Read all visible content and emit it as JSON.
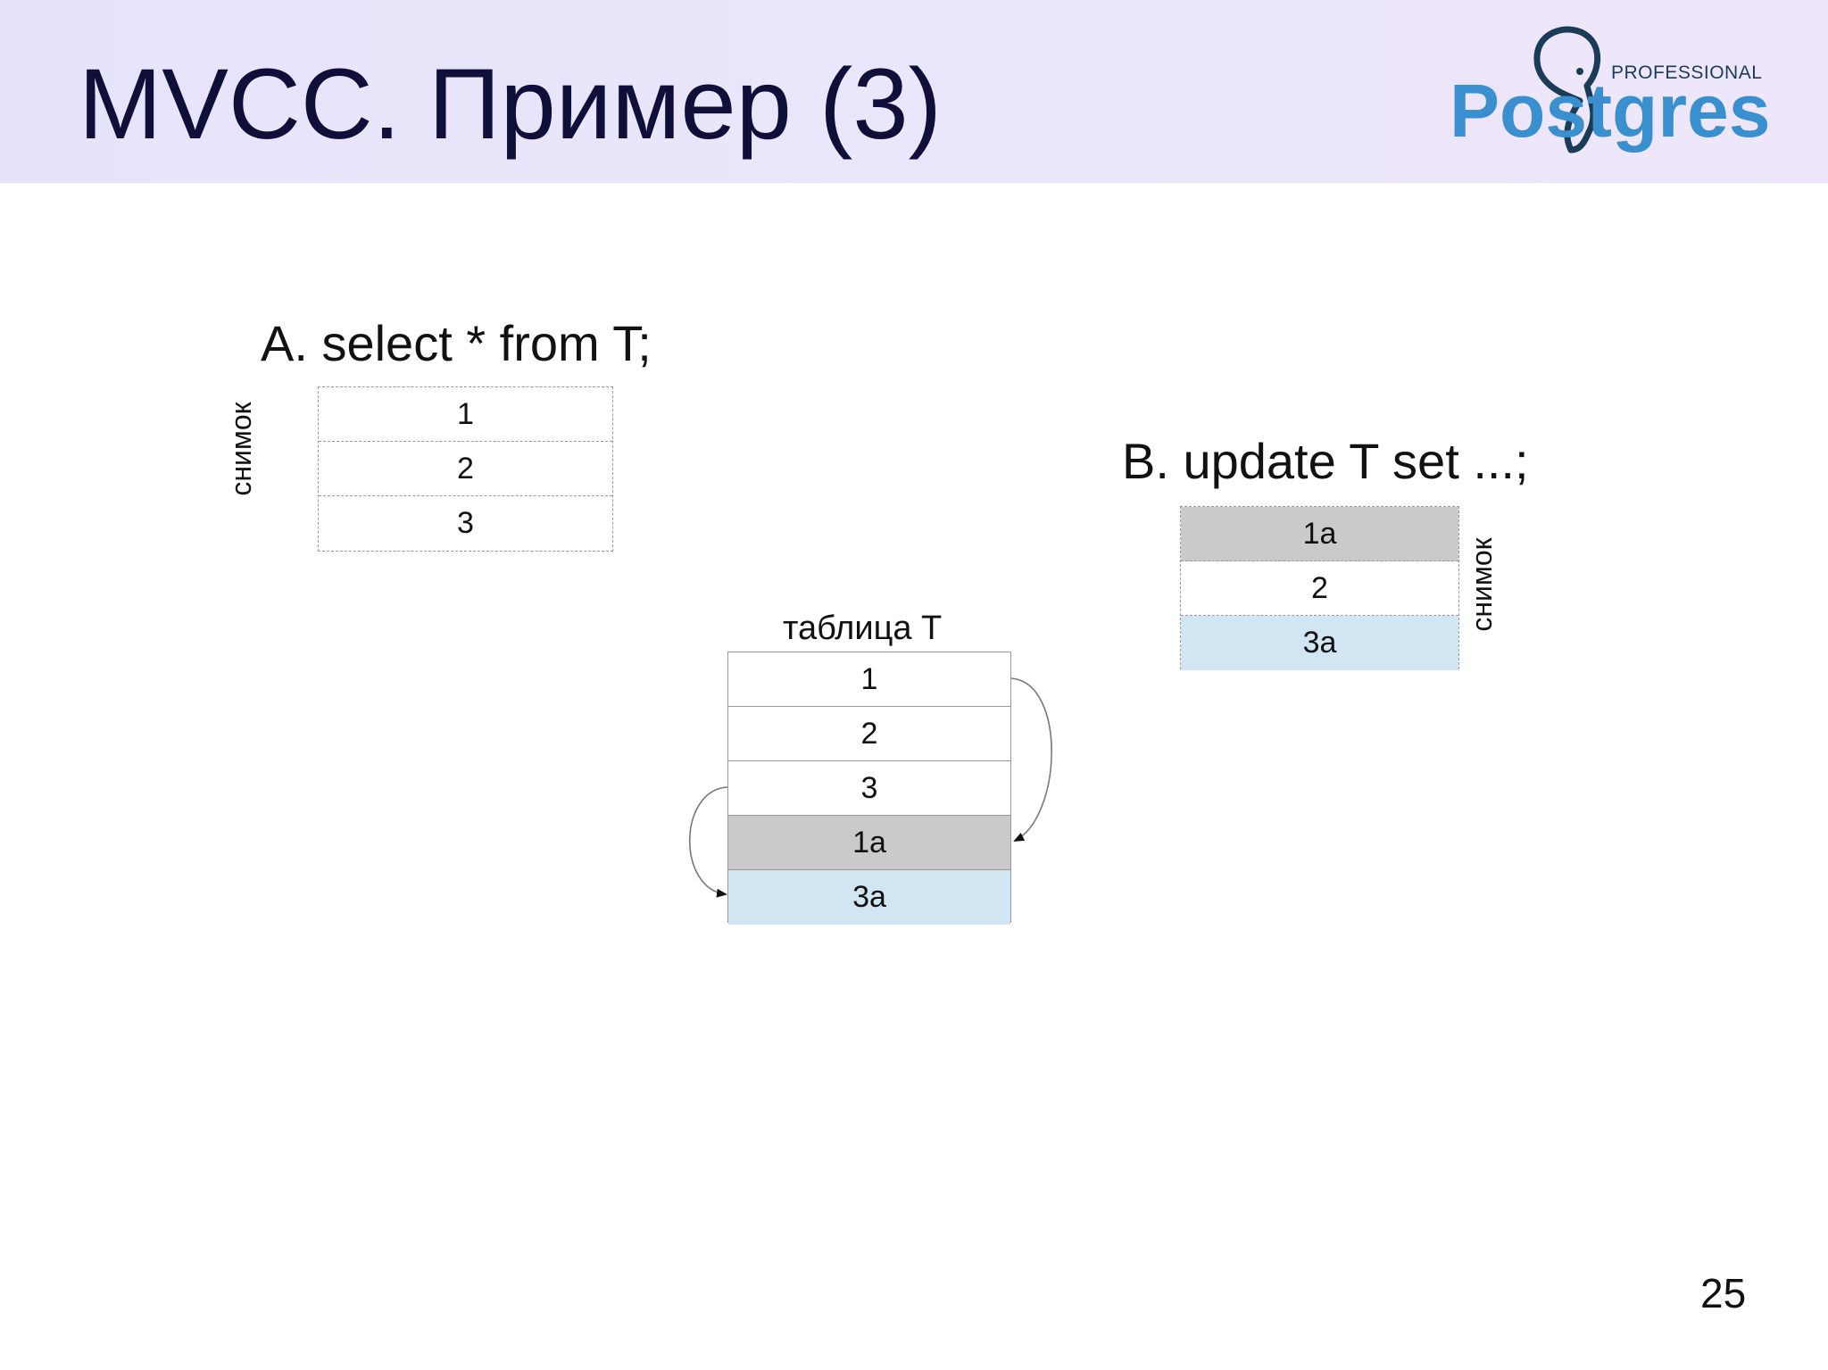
{
  "slide": {
    "title": "MVCC. Пример (3)",
    "page_number": "25"
  },
  "logo": {
    "small_text": "PROFESSIONAL",
    "word": "Postgres"
  },
  "transaction_a": {
    "query": "A. select * from T;",
    "snapshot_label": "снимок",
    "rows": [
      "1",
      "2",
      "3"
    ]
  },
  "transaction_b": {
    "query": "B. update T set ...;",
    "snapshot_label": "снимок",
    "rows": [
      {
        "label": "1a",
        "state": "new-version-gray"
      },
      {
        "label": "2",
        "state": "unchanged"
      },
      {
        "label": "3a",
        "state": "new-version-blue"
      }
    ]
  },
  "table": {
    "caption": "таблица T",
    "rows": [
      {
        "label": "1",
        "state": "original"
      },
      {
        "label": "2",
        "state": "original"
      },
      {
        "label": "3",
        "state": "original"
      },
      {
        "label": "1a",
        "state": "new-version-gray"
      },
      {
        "label": "3a",
        "state": "new-version-blue"
      }
    ],
    "version_links": [
      {
        "from": "1",
        "to": "1a"
      },
      {
        "from": "3",
        "to": "3a"
      }
    ]
  },
  "colors": {
    "header_bg": "#e8e5fb",
    "title": "#0f0f3a",
    "gray_version": "#cbcaca",
    "blue_version": "#d1e5f3",
    "logo_blue": "#3a8fcf",
    "logo_dark": "#1b3c57"
  }
}
